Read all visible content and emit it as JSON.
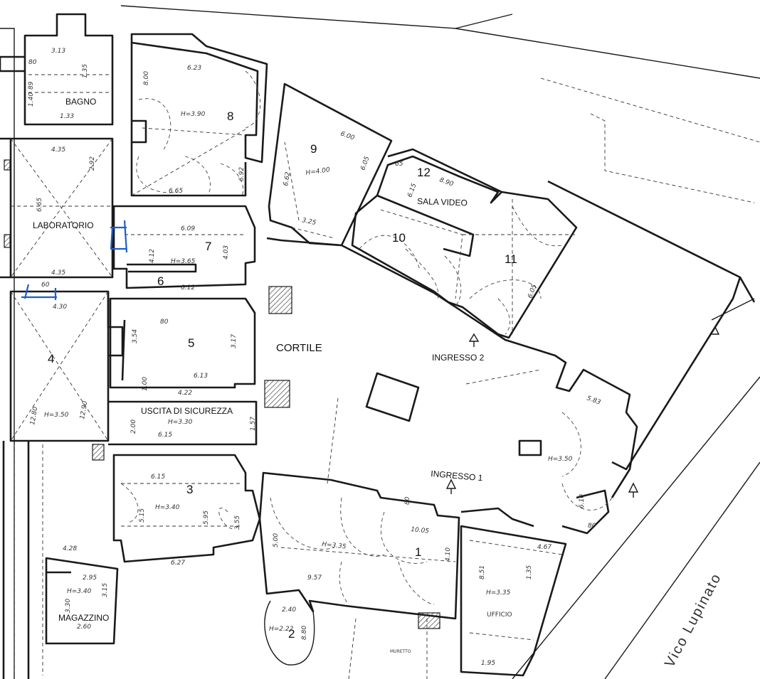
{
  "rooms": {
    "r1": "1",
    "r2": "2",
    "r3": "3",
    "r4": "4",
    "r5": "5",
    "r6": "6",
    "r7": "7",
    "r8": "8",
    "r9": "9",
    "r10": "10",
    "r11": "11",
    "r12": "12"
  },
  "labels": {
    "bagno": "BAGNO",
    "laboratorio": "LABORATORIO",
    "cortile": "CORTILE",
    "ingresso2": "INGRESSO 2",
    "ingresso1": "INGRESSO 1",
    "sala_video": "SALA VIDEO",
    "uscita": "USCITA DI SICUREZZA",
    "magazzino": "MAGAZZINO",
    "ufficio": "UFFICIO",
    "street": "Vico Lupinato",
    "muretto": "MURETTO"
  },
  "dimensions": {
    "d_bagno_top": "3.13",
    "d_bagno_80": "80",
    "d_bagno_135": "1.35",
    "d_bagno_89": "89",
    "d_bagno_140": "1.40",
    "d_bagno_133": "1.33",
    "d_r8_623": "6.23",
    "d_r8_800": "8.00",
    "d_r8_h": "H=3.90",
    "d_r8_692": "6.92",
    "d_r8_665": "6.65",
    "d_lab_435": "4.35",
    "d_lab_292": "2.92",
    "d_lab_665": "6.65",
    "d_lab_435b": "4.35",
    "d_r9_600": "6.00",
    "d_r9_605": "6.05",
    "d_r9_h": "H=4.00",
    "d_r9_662": "6.62",
    "d_r9_325": "3.25",
    "d_r12_65": "65",
    "d_r12_890": "8.90",
    "d_r12_615": "6.15",
    "d_r7_609": "6.09",
    "d_r7_412": "4.12",
    "d_r7_h": "H=3.65",
    "d_r7_403": "4.03",
    "d_r6_612": "6.12",
    "d_r11_605": "6.05",
    "d_60": "60",
    "d_r4_430": "4.30",
    "d_r5_80": "80",
    "d_r5_354": "3.54",
    "d_r5_317": "3.17",
    "d_r5_613": "6.13",
    "d_r5_100": "1.00",
    "d_r5_422": "4.22",
    "d_r4_1280": "12.80",
    "d_r4_h": "H=3.50",
    "d_r4_1290": "12.90",
    "d_us_200": "2.00",
    "d_us_h": "H=3.30",
    "d_us_615": "6.15",
    "d_us_157": "1.57",
    "d_r3_615": "6.15",
    "d_r3_h": "H=3.40",
    "d_r3_515": "5.15",
    "d_r3_595": "5.95",
    "d_r3_627": "6.27",
    "d_355": "3.55",
    "d_r1_500": "5.00",
    "d_r1_h": "H=3.35",
    "d_r1_1005": "10.05",
    "d_r1_410": "4.10",
    "d_r1_957": "9.57",
    "d_r1_80": "80",
    "d_r2_240": "2.40",
    "d_r2_h": "H=2.22",
    "d_r2_880": "8.80",
    "d_428": "4.28",
    "d_mag_295": "2.95",
    "d_mag_h": "H=3.40",
    "d_mag_315": "3.15",
    "d_mag_330": "3.30",
    "d_mag_260": "2.60",
    "d_uff_467": "4.67",
    "d_uff_851": "8.51",
    "d_uff_135": "1.35",
    "d_uff_h": "H=3.35",
    "d_uff_195": "1.95",
    "d_ing_583": "5.83",
    "d_ing_h": "H=3.50",
    "d_ing_610": "6.10",
    "d_ing_80": "80"
  }
}
